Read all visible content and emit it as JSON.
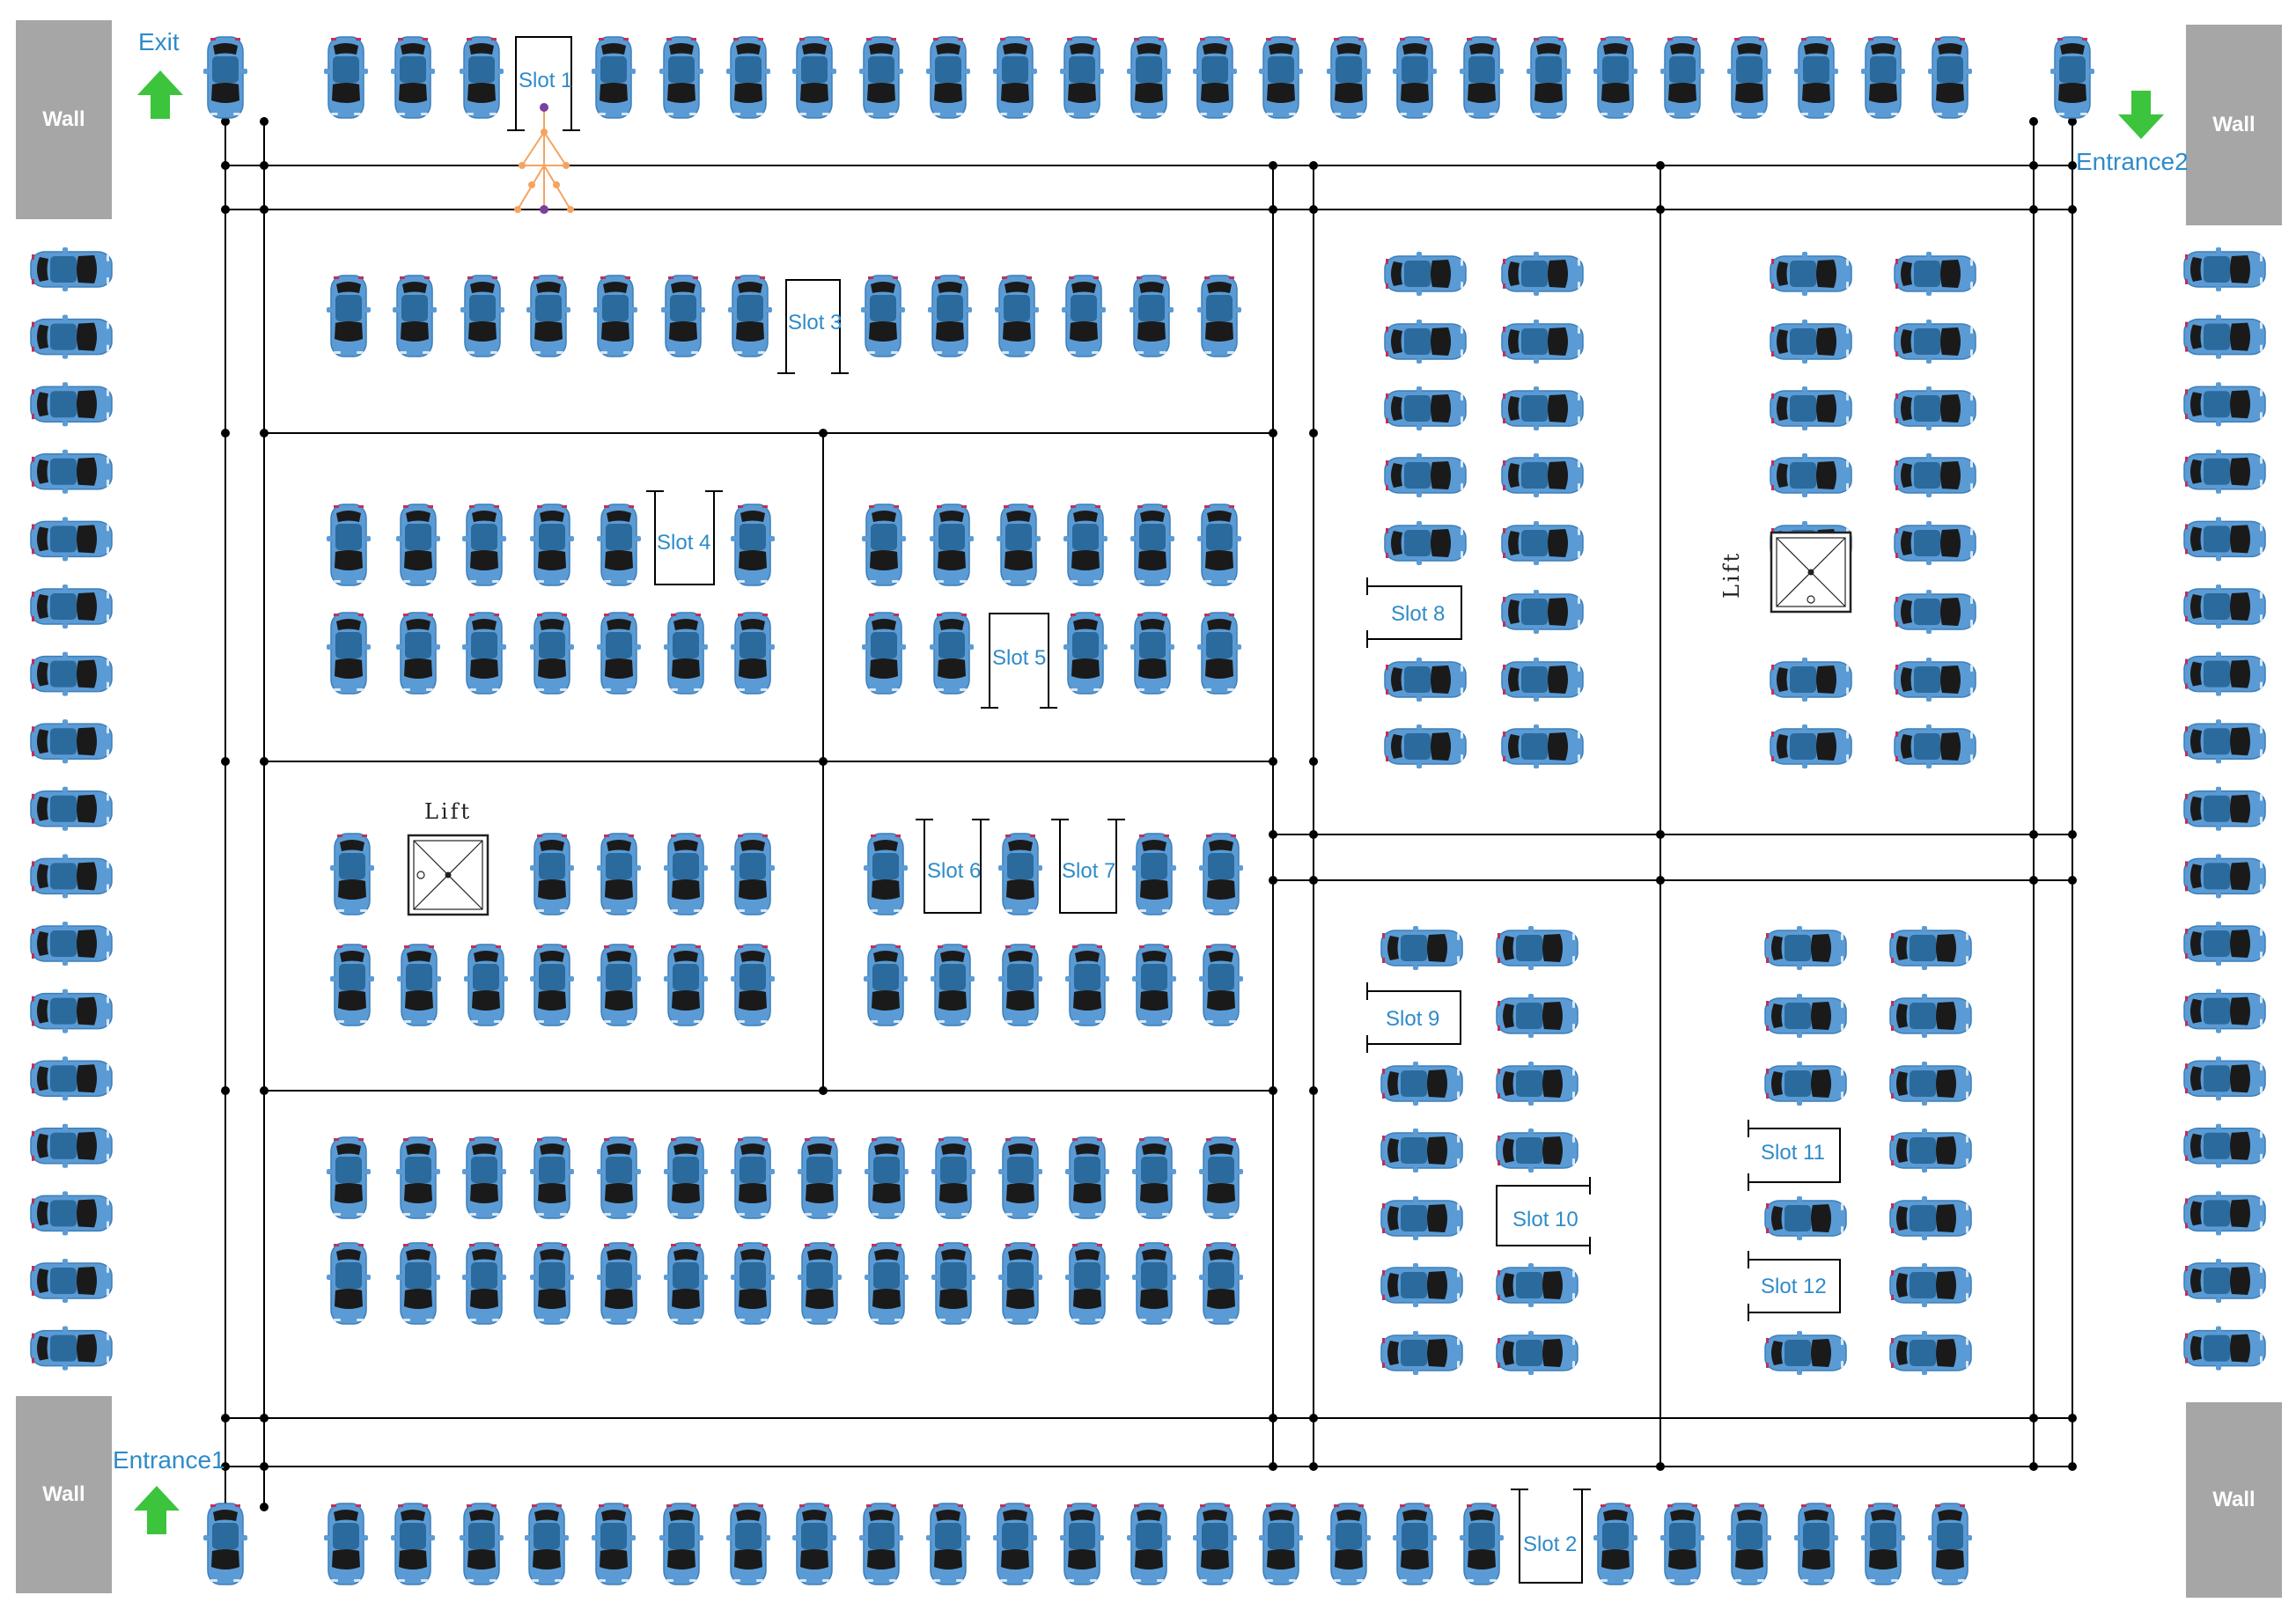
{
  "walls": [
    {
      "id": "wall-top-left",
      "label": "Wall"
    },
    {
      "id": "wall-top-right",
      "label": "Wall"
    },
    {
      "id": "wall-bottom-left",
      "label": "Wall"
    },
    {
      "id": "wall-bottom-right",
      "label": "Wall"
    }
  ],
  "gates": {
    "exit": {
      "label": "Exit",
      "arrow_icon": "arrow-up-icon",
      "direction": "up"
    },
    "entrance1": {
      "label": "Entrance1",
      "arrow_icon": "arrow-up-icon",
      "direction": "up"
    },
    "entrance2": {
      "label": "Entrance2",
      "arrow_icon": "arrow-down-icon",
      "direction": "down"
    }
  },
  "slots": [
    {
      "id": 1,
      "label": "Slot 1",
      "orientation": "vertical"
    },
    {
      "id": 2,
      "label": "Slot 2",
      "orientation": "vertical"
    },
    {
      "id": 3,
      "label": "Slot 3",
      "orientation": "vertical"
    },
    {
      "id": 4,
      "label": "Slot 4",
      "orientation": "vertical"
    },
    {
      "id": 5,
      "label": "Slot 5",
      "orientation": "vertical"
    },
    {
      "id": 6,
      "label": "Slot 6",
      "orientation": "vertical"
    },
    {
      "id": 7,
      "label": "Slot 7",
      "orientation": "vertical"
    },
    {
      "id": 8,
      "label": "Slot 8",
      "orientation": "horizontal"
    },
    {
      "id": 9,
      "label": "Slot 9",
      "orientation": "horizontal"
    },
    {
      "id": 10,
      "label": "Slot 10",
      "orientation": "horizontal"
    },
    {
      "id": 11,
      "label": "Slot 11",
      "orientation": "horizontal"
    },
    {
      "id": 12,
      "label": "Slot 12",
      "orientation": "horizontal"
    }
  ],
  "lifts": [
    {
      "id": "lift-left",
      "label": "Lift",
      "icon": "lift-icon"
    },
    {
      "id": "lift-right",
      "label": "Lift",
      "icon": "lift-icon"
    }
  ],
  "colors": {
    "car_body": "#5b9bd5",
    "car_roof": "#2b6a9c",
    "car_glass": "#1a1a1a",
    "wall": "#a6a6a6",
    "label": "#2e8bc9",
    "arrow": "#3cc43c",
    "road_line": "#000000",
    "sensor": "#f4a460",
    "sensor_node": "#7b3fa0"
  },
  "icons": {
    "car": "car-icon",
    "sensor": "sensor-icon"
  }
}
